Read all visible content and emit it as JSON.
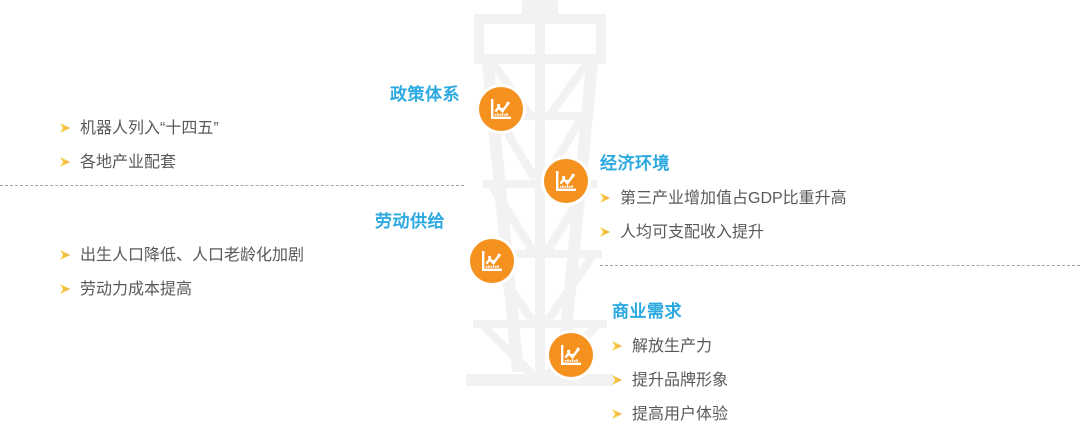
{
  "theme": {
    "accent_orange": "#F5911E",
    "heading_blue": "#2BA9E0",
    "body_gray": "#595959",
    "tower_gray": "#F2F2F2",
    "divider_gray": "#A6A6A6",
    "bullet_gold": "#F5C518"
  },
  "center_graphic": {
    "name": "derrick-tower",
    "icon_count": 4,
    "icon_label": "chart-icon"
  },
  "sections": [
    {
      "id": "policy",
      "heading": "政策体系",
      "align": "right",
      "bullets": [
        "机器人列入“十四五”",
        "各地产业配套"
      ]
    },
    {
      "id": "labor",
      "heading": "劳动供给",
      "align": "right",
      "bullets": [
        "出生人口降低、人口老龄化加剧",
        "劳动力成本提高"
      ]
    },
    {
      "id": "economy",
      "heading": "经济环境",
      "align": "left",
      "bullets": [
        "第三产业增加值占GDP比重升高",
        "人均可支配收入提升"
      ]
    },
    {
      "id": "demand",
      "heading": "商业需求",
      "align": "left",
      "bullets": [
        "解放生产力",
        "提升品牌形象",
        "提高用户体验"
      ]
    }
  ]
}
